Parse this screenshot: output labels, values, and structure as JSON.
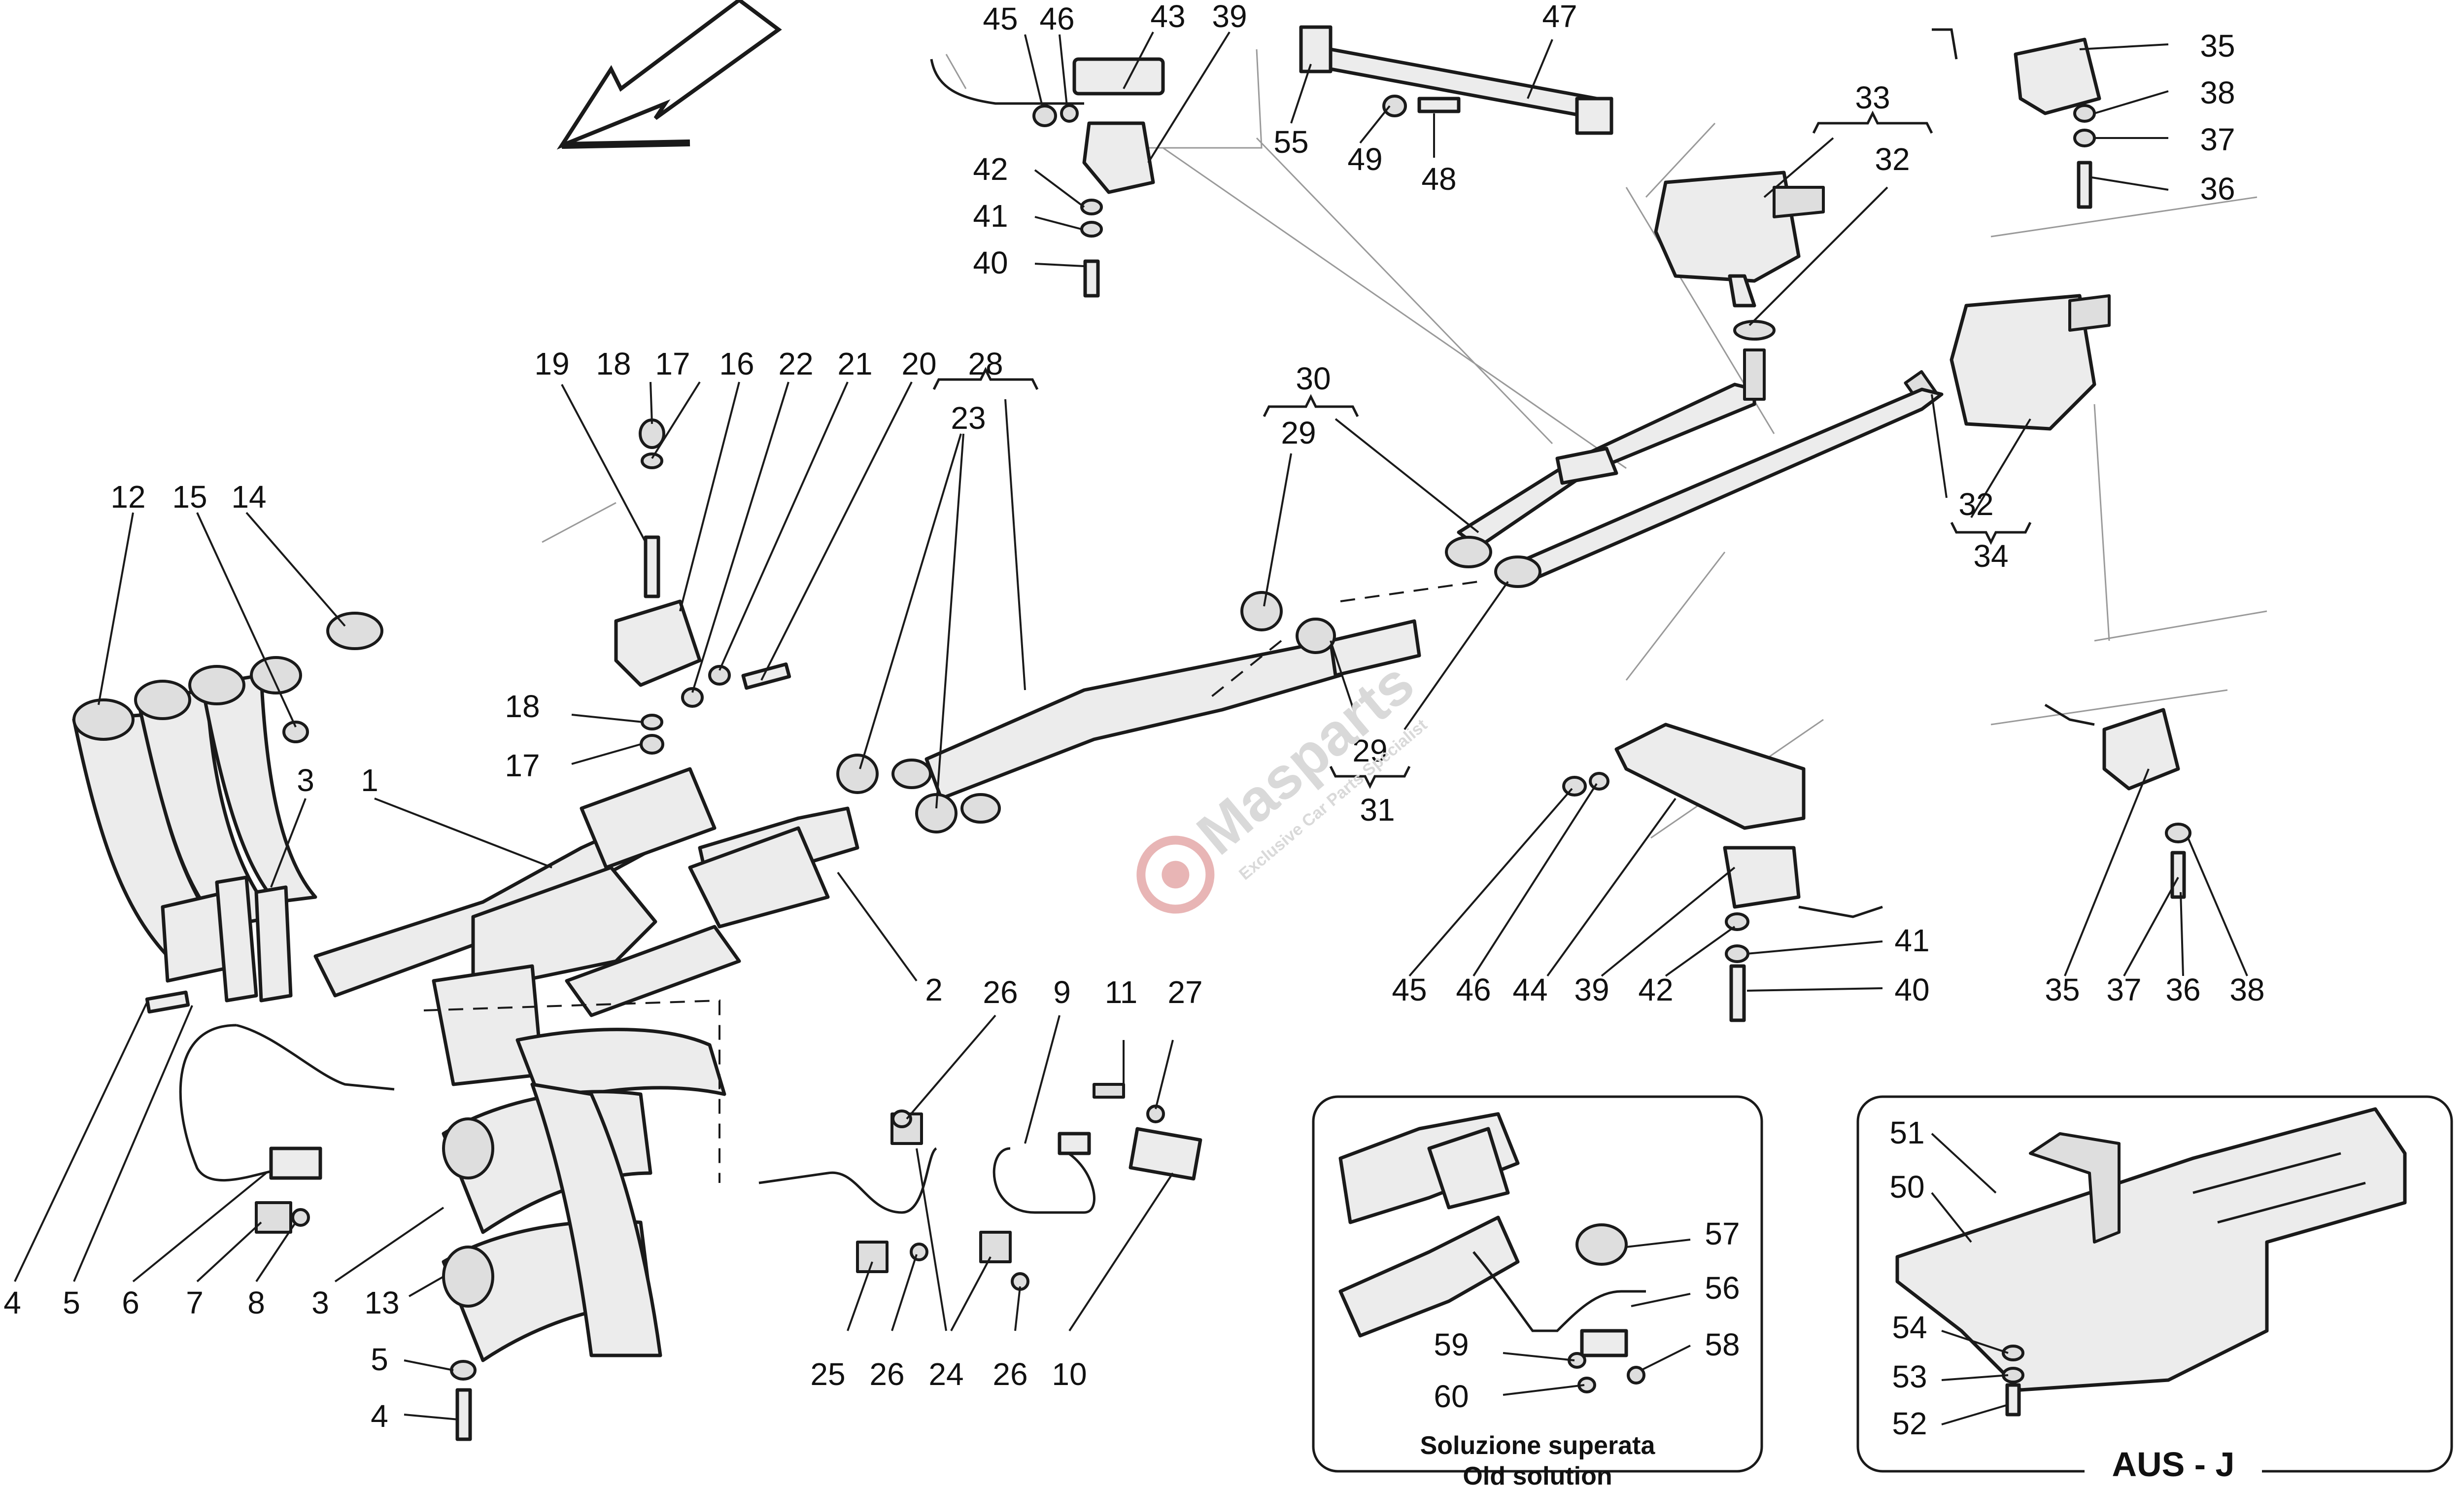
{
  "diagram": {
    "callouts": {
      "c45a": "45",
      "c46a": "46",
      "c43": "43",
      "c39a": "39",
      "c47": "47",
      "c42a": "42",
      "c41a": "41",
      "c40a": "40",
      "c55": "55",
      "c49": "49",
      "c48": "48",
      "c33": "33",
      "c32a": "32",
      "c35a": "35",
      "c38a": "38",
      "c37a": "37",
      "c36a": "36",
      "c19": "19",
      "c18a": "18",
      "c17a": "17",
      "c16": "16",
      "c22": "22",
      "c21": "21",
      "c20": "20",
      "c28": "28",
      "c23": "23",
      "c30": "30",
      "c29a": "29",
      "c12": "12",
      "c15": "15",
      "c14": "14",
      "c18b": "18",
      "c17b": "17",
      "c32b": "32",
      "c34": "34",
      "c3a": "3",
      "c1": "1",
      "c29b": "29",
      "c31": "31",
      "c2": "2",
      "c26a": "26",
      "c9": "9",
      "c11": "11",
      "c27": "27",
      "c45b": "45",
      "c46b": "46",
      "c44": "44",
      "c39b": "39",
      "c42b": "42",
      "c41b": "41",
      "c40b": "40",
      "c35b": "35",
      "c37b": "37",
      "c36b": "36",
      "c38b": "38",
      "c4a": "4",
      "c5a": "5",
      "c6": "6",
      "c7": "7",
      "c8": "8",
      "c3b": "3",
      "c13": "13",
      "c5b": "5",
      "c4b": "4",
      "c25": "25",
      "c26b": "26",
      "c24": "24",
      "c26c": "26",
      "c10": "10",
      "c51": "51",
      "c50": "50",
      "c54": "54",
      "c53": "53",
      "c52": "52",
      "c57": "57",
      "c56": "56",
      "c59": "59",
      "c58": "58",
      "c60": "60"
    },
    "inset_old": {
      "caption_it": "Soluzione superata",
      "caption_en": "Old solution"
    },
    "inset_aus": {
      "tag": "AUS - J"
    },
    "watermark": {
      "brand": "Masparts",
      "tagline": "Exclusive Car Parts Specialist"
    }
  }
}
